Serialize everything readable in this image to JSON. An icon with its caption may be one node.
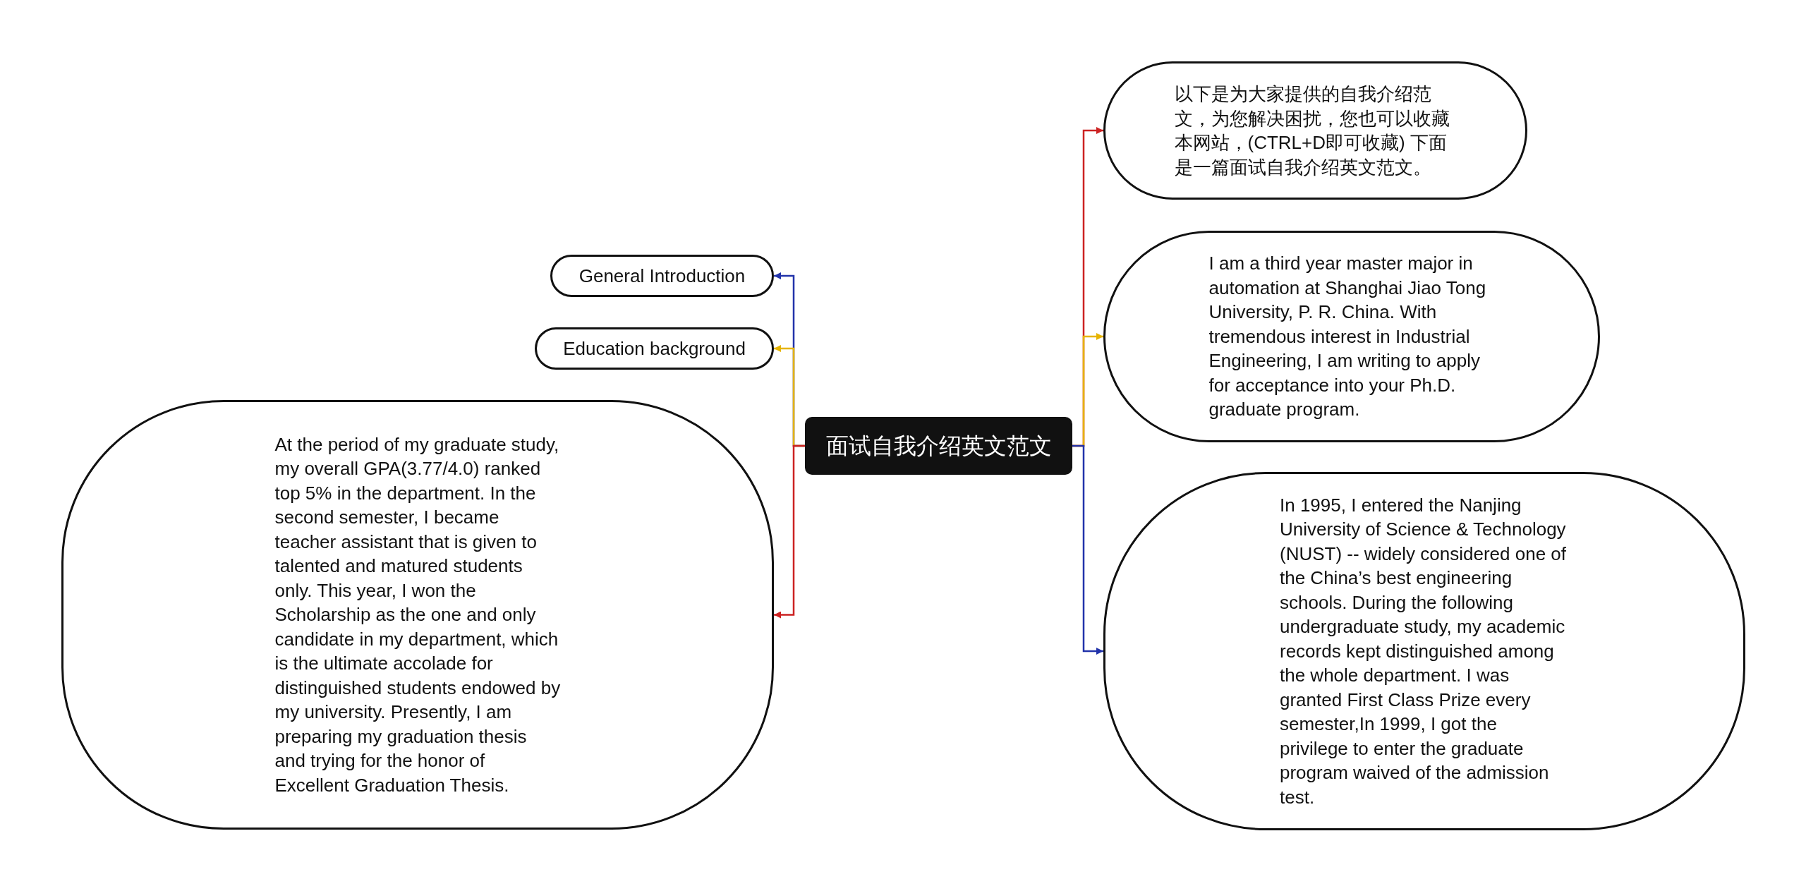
{
  "diagram": {
    "nodes": [
      {
        "text": [
          "面试自我介绍英文范文"
        ]
      },
      {
        "text": [
          "General Introduction"
        ]
      },
      {
        "text": [
          "Education background"
        ]
      },
      {
        "text": [
          "At the period of my graduate study, my overall GPA(3.77/4.0) ranked top 5% in the department. In the second semester, I became teacher assistant that is given to talented and matured students only. This year, I won the Scholarship as the one and only candidate in my department, which is the ultimate accolade for distinguished students endowed by my university. Presently, I am preparing my graduation thesis and trying for the honor of Excellent Graduation Thesis."
        ]
      },
      {
        "text": [
          "以下是为大家提供的自我介绍范文，为您解决困扰，您也可以收藏本网站，(CTRL+D即可收藏) 下面是一篇面试自我介绍英文范文。"
        ]
      },
      {
        "text": [
          "I am a third year master major in automation at Shanghai Jiao Tong University, P. R. China. With tremendous interest in Industrial Engineering, I am writing to apply for acceptance into your Ph.D. graduate program."
        ]
      },
      {
        "text": [
          "In 1995, I entered the Nanjing University of Science & Technology (NUST) -- widely considered one of the China’s best engineering schools. During the following undergraduate study, my academic records kept distinguished among the whole department. I was granted First Class Prize every semester,In 1999, I got the privilege to enter the graduate program waived of the admission test."
        ]
      }
    ],
    "edges": [
      {
        "from": 0,
        "to": 1,
        "arrow": "to",
        "color": "#2233aa"
      },
      {
        "from": 0,
        "to": 2,
        "arrow": "to",
        "color": "#e6b400"
      },
      {
        "from": 0,
        "to": 3,
        "arrow": "to",
        "color": "#cc2222"
      },
      {
        "from": 0,
        "to": 4,
        "arrow": "to",
        "color": "#cc2222"
      },
      {
        "from": 0,
        "to": 5,
        "arrow": "to",
        "color": "#e6b400"
      },
      {
        "from": 0,
        "to": 6,
        "arrow": "to",
        "color": "#2233aa"
      }
    ]
  }
}
